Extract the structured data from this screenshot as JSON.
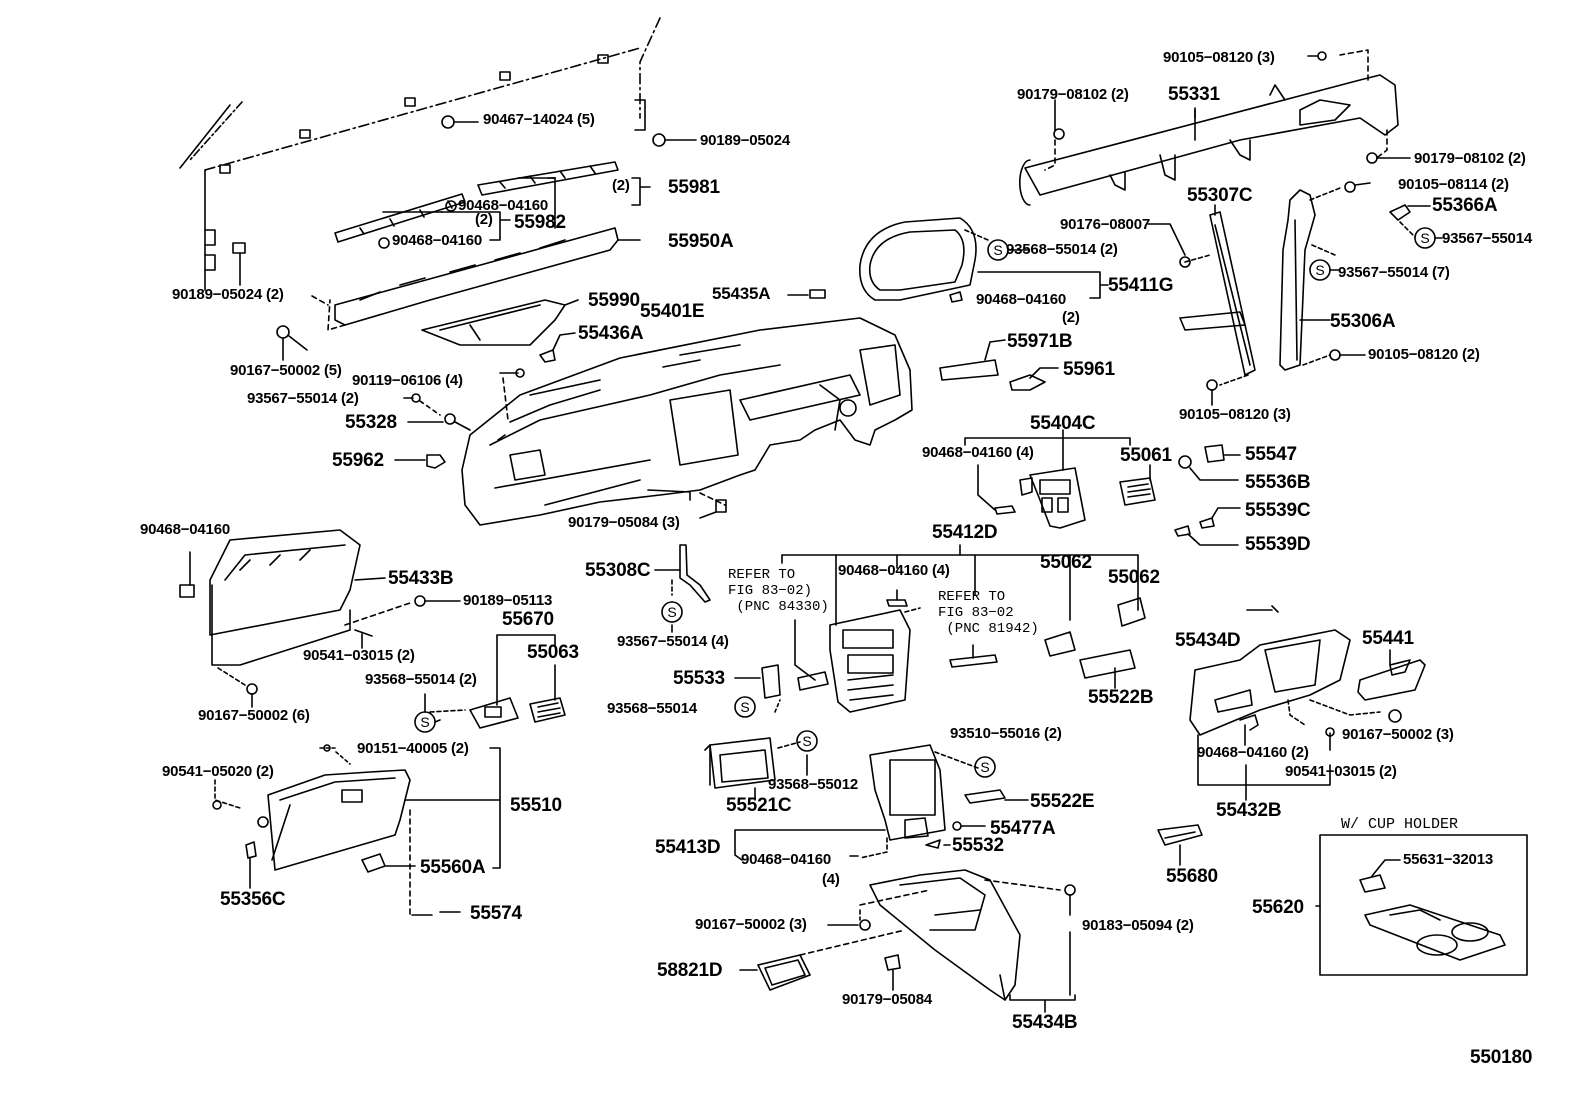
{
  "diagram": {
    "title": "Instrument Panel & Related Parts",
    "figure_number": "550180",
    "line_color": "#000000",
    "background": "#ffffff"
  },
  "labels": {
    "p90467_14024": "90467−14024 (5)",
    "p90189_05024_top": "90189−05024",
    "p55981": "55981",
    "p55981_qty": "(2)",
    "p90468_04160_a": "90468−04160",
    "p55982": "55982",
    "p55982_qty": "(2)",
    "p90468_04160_b": "90468−04160",
    "p55950A": "55950A",
    "p90189_05024_2": "90189−05024 (2)",
    "p55990": "55990",
    "p55401E": "55401E",
    "p55435A": "55435A",
    "p55436A": "55436A",
    "p90167_50002_5": "90167−50002 (5)",
    "p90119_06106": "90119−06106 (4)",
    "p93567_55014_2": "93567−55014 (2)",
    "p55328": "55328",
    "p55962": "55962",
    "p90179_05084_3": "90179−05084 (3)",
    "p90105_08120_3_top": "90105−08120 (3)",
    "p90179_08102_2_left": "90179−08102 (2)",
    "p55331": "55331",
    "p90179_08102_2_right": "90179−08102 (2)",
    "p90105_08114": "90105−08114 (2)",
    "p55307C": "55307C",
    "p55366A": "55366A",
    "p93567_55014_r": "93567−55014",
    "p90176_08007": "90176−08007",
    "p93568_55014_2_top": "93568−55014 (2)",
    "p93567_55014_7": "93567−55014 (7)",
    "p55411G": "55411G",
    "p90468_04160_c": "90468−04160",
    "p90468_04160_c_qty": "(2)",
    "p55306A": "55306A",
    "p55971B": "55971B",
    "p55961": "55961",
    "p90105_08120_2": "90105−08120 (2)",
    "p90105_08120_3_bottom": "90105−08120 (3)",
    "p55404C": "55404C",
    "p90468_04160_4_a": "90468−04160 (4)",
    "p55061": "55061",
    "p55547": "55547",
    "p55536B": "55536B",
    "p55539C": "55539C",
    "p55539D": "55539D",
    "p55412D": "55412D",
    "p90468_04160_d": "90468−04160",
    "p55433B": "55433B",
    "p90189_05113": "90189−05113",
    "p55308C": "55308C",
    "refer_note_1": "REFER TO\nFIG 83−02)\n (PNC 84330)",
    "p90468_04160_4_b": "90468−04160 (4)",
    "refer_note_2": "REFER TO\nFIG 83−02\n (PNC 81942)",
    "p55062_a": "55062",
    "p55062_b": "55062",
    "p55670": "55670",
    "p90541_03015_2_left": "90541−03015 (2)",
    "p55063": "55063",
    "p93567_55014_4": "93567−55014 (4)",
    "p93568_55014_2_mid": "93568−55014 (2)",
    "p90167_50002_6": "90167−50002 (6)",
    "p55533": "55533",
    "p93568_55014": "93568−55014",
    "p55522B": "55522B",
    "p55434D": "55434D",
    "p55441": "55441",
    "p90167_50002_3_right": "90167−50002 (3)",
    "p90468_04160_2": "90468−04160 (2)",
    "p90541_03015_2_right": "90541−03015 (2)",
    "p55432B": "55432B",
    "p90151_40005": "90151−40005 (2)",
    "p90541_05020": "90541−05020 (2)",
    "p55510": "55510",
    "p93510_55016": "93510−55016 (2)",
    "p93568_55012": "93568−55012",
    "p55521C": "55521C",
    "p55522E": "55522E",
    "p55477A": "55477A",
    "p55413D": "55413D",
    "p55532": "55532",
    "p90468_04160_e": "90468−04160",
    "p90468_04160_e_qty": "(4)",
    "p55560A": "55560A",
    "p55356C": "55356C",
    "p55574": "55574",
    "p55680": "55680",
    "cup_holder_title": "W/ CUP HOLDER",
    "p55631_32013": "55631−32013",
    "p55620": "55620",
    "p90167_50002_3_bottom": "90167−50002 (3)",
    "p90183_05094": "90183−05094 (2)",
    "p58821D": "58821D",
    "p90179_05084": "90179−05084",
    "p55434B": "55434B"
  },
  "symbols": {
    "screw_marker": "S"
  }
}
